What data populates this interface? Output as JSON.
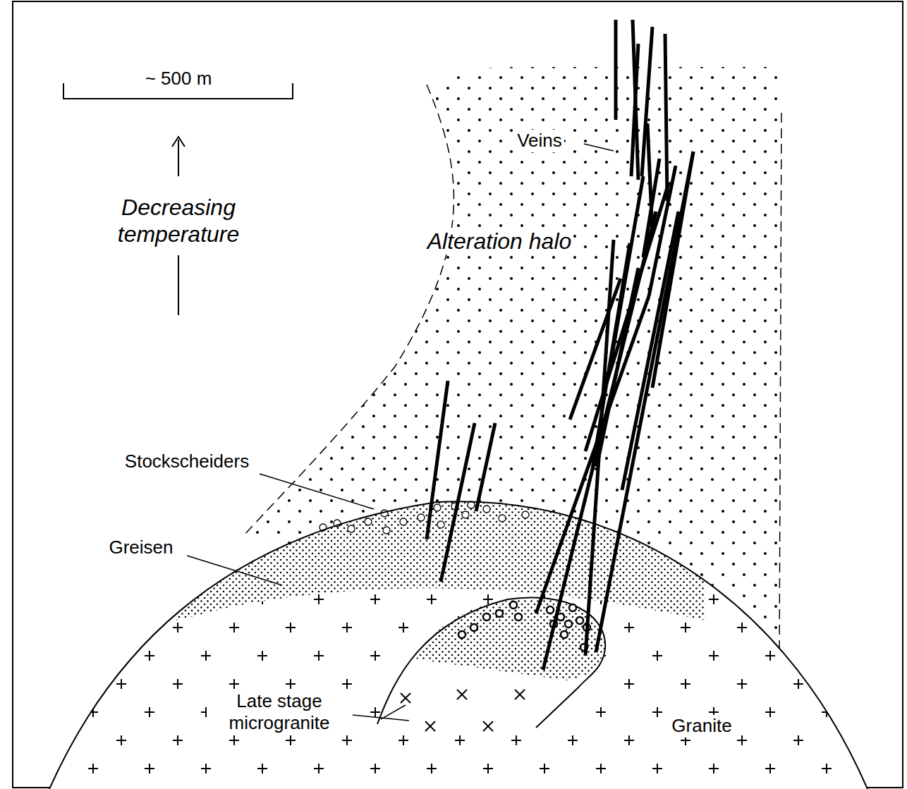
{
  "diagram": {
    "labels": [
      "~ 500 m",
      "Veins",
      "Alteration halo",
      "Decreasing temperature",
      "Stockscheiders",
      "Greisen",
      "Late stage microgranite",
      "Granite"
    ]
  }
}
